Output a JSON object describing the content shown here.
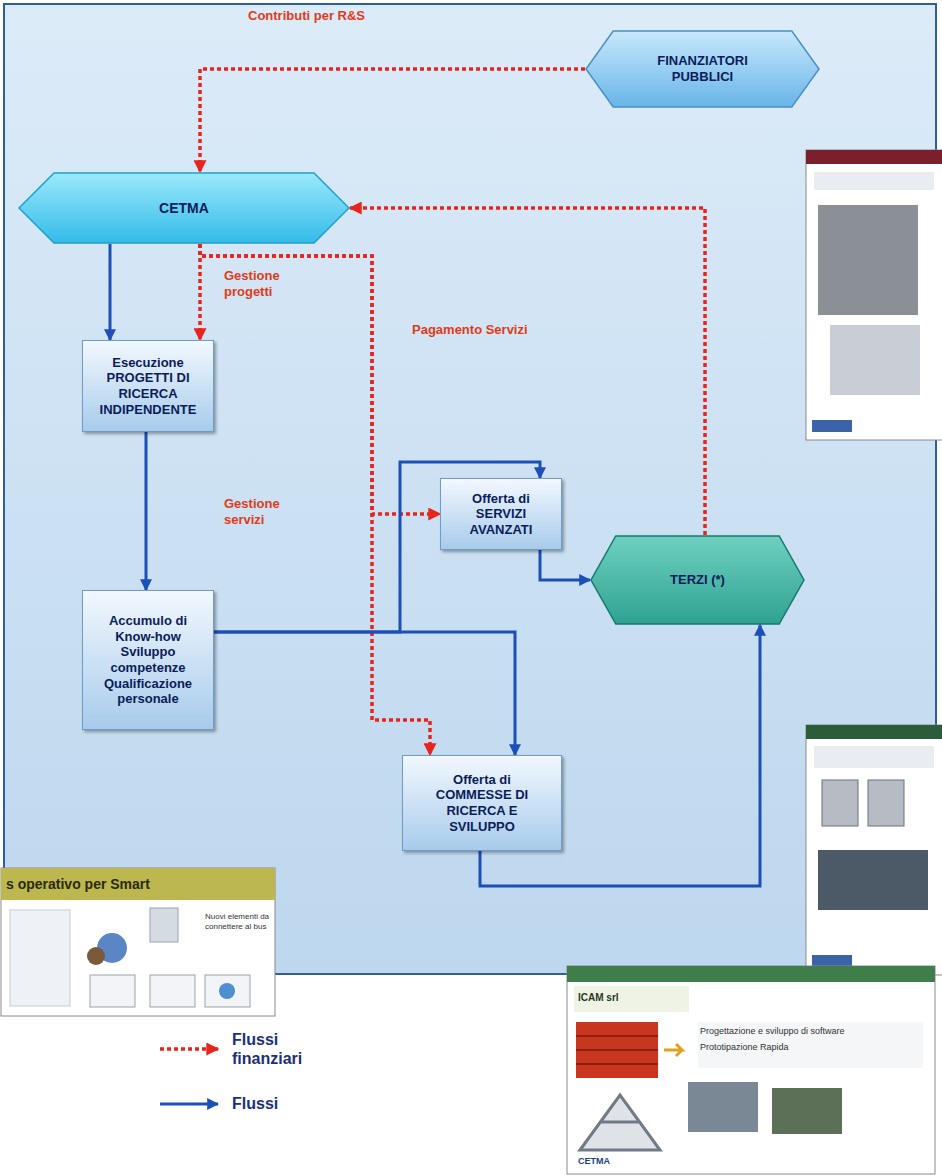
{
  "diagram": {
    "nodes": [
      {
        "text": [
          "FINANZIATORI PUBBLICI"
        ]
      },
      {
        "text": [
          "CETMA"
        ]
      },
      {
        "text": [
          "Esecuzione PROGETTI DI RICERCA INDIPENDENTE"
        ]
      },
      {
        "text": [
          "Offerta di SERVIZI AVANZATI"
        ]
      },
      {
        "text": [
          "TERZI (*)"
        ]
      },
      {
        "text": [
          "Accumulo di Know-how",
          "Sviluppo competenze",
          "Qualificazione personale"
        ]
      },
      {
        "text": [
          "Offerta di COMMESSE DI RICERCA E SVILUPPO"
        ]
      }
    ],
    "edges": [
      {
        "from": 0,
        "to": 1,
        "label": "Contributi per R&S",
        "arrow": "to"
      },
      {
        "from": 4,
        "to": 1,
        "label": "Pagamento Servizi",
        "arrow": "to"
      },
      {
        "from": 1,
        "to": 2,
        "arrow": "to"
      },
      {
        "from": 1,
        "to": 2,
        "label": "Gestione progetti",
        "arrow": "to"
      },
      {
        "from": 1,
        "to": 3,
        "label": "Gestione servizi",
        "arrow": "to"
      },
      {
        "from": 1,
        "to": 6,
        "arrow": "to"
      },
      {
        "from": 2,
        "to": 5,
        "arrow": "to"
      },
      {
        "from": 5,
        "to": 3,
        "arrow": "to"
      },
      {
        "from": 5,
        "to": 6,
        "arrow": "to"
      },
      {
        "from": 3,
        "to": 4,
        "arrow": "to"
      },
      {
        "from": 6,
        "to": 4,
        "arrow": "to"
      }
    ],
    "labels": [
      "s operativo per Smart",
      "Nuovi elementi da connettere al bus",
      "ICAM srl",
      "Progettazione e sviluppo di software",
      "Prototipazione Rapida",
      "CETMA"
    ],
    "legend": [
      {
        "text": "Flussi finanziari"
      },
      {
        "text": "Flussi"
      }
    ]
  }
}
